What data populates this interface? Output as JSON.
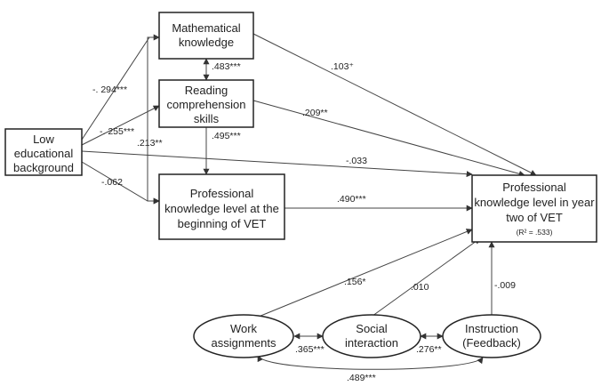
{
  "nodes": {
    "low_background": [
      "Low",
      "educational",
      "background"
    ],
    "math_knowledge": [
      "Mathematical",
      "knowledge"
    ],
    "reading_skills": [
      "Reading",
      "comprehension",
      "skills"
    ],
    "prof_begin": [
      "Professional",
      "knowledge level at the",
      "beginning of VET"
    ],
    "prof_year2": [
      "Professional",
      "knowledge level in year",
      "two of VET"
    ],
    "r2": "(R² = .533)",
    "work_assign": [
      "Work",
      "assignments"
    ],
    "social_inter": [
      "Social",
      "interaction"
    ],
    "instruction": [
      "Instruction",
      "(Feedback)"
    ]
  },
  "coefficients": {
    "low_to_math": "-. 294***",
    "low_to_reading": "-. 255***",
    "low_to_prof_begin": "-.062",
    "low_to_prof_year2": "-.033",
    "math_reading": ".483***",
    "math_to_prof_begin": ".213**",
    "reading_to_prof_begin": ".495***",
    "math_to_year2": ".103⁺",
    "reading_to_year2": ".209**",
    "begin_to_year2": ".490***",
    "work_to_year2": ".156*",
    "social_to_year2": ".010",
    "instruction_to_year2": "-.009",
    "work_social": ".365***",
    "social_instruction": ".276**",
    "work_instruction": ".489***"
  }
}
